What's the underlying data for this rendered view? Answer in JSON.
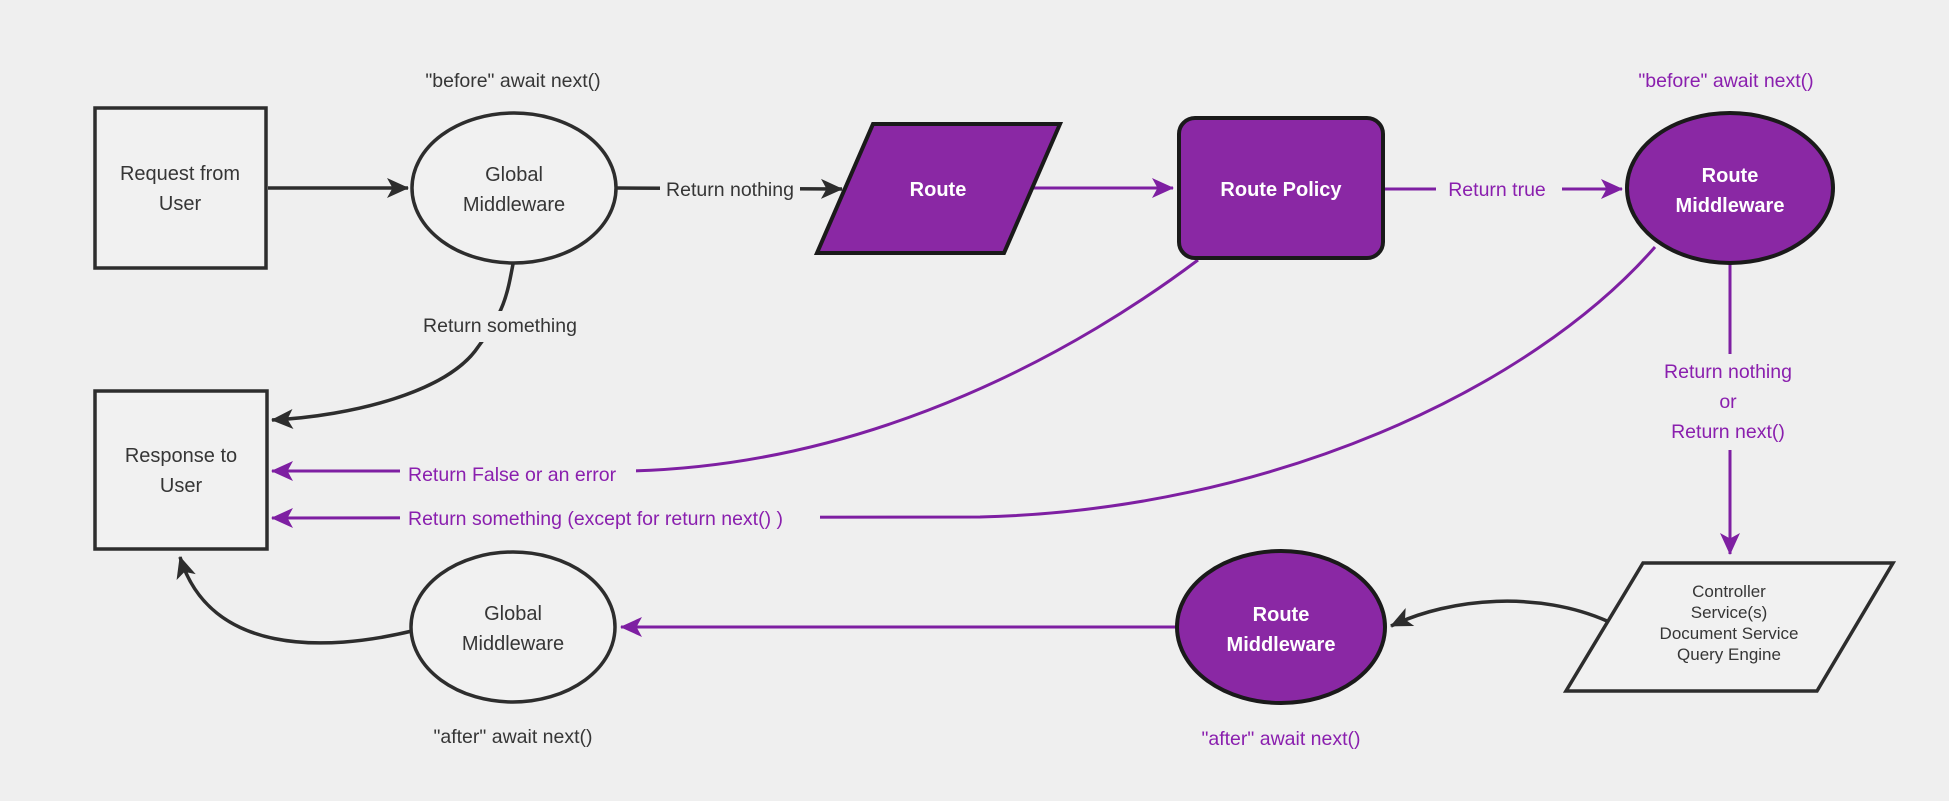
{
  "colors": {
    "bg": "#efefef",
    "light_fill": "#f1f1f1",
    "dark_stroke": "#2d2d2d",
    "dark_text": "#363636",
    "purple_fill": "#8a28a4",
    "purple_stroke": "#7e1fa2",
    "purple_text": "#8a1fae",
    "shape_border": "#1a1a1a",
    "white_text": "#ffffff"
  },
  "nodes": {
    "request_from_user": {
      "lines": [
        "Request from",
        "User"
      ]
    },
    "global_middleware_top": {
      "lines": [
        "Global",
        "Middleware"
      ]
    },
    "route": {
      "label": "Route"
    },
    "route_policy": {
      "label": "Route Policy"
    },
    "route_middleware_top": {
      "lines": [
        "Route",
        "Middleware"
      ]
    },
    "controller_block": {
      "lines": [
        "Controller",
        "Service(s)",
        "Document Service",
        "Query Engine"
      ]
    },
    "route_middleware_bottom": {
      "lines": [
        "Route",
        "Middleware"
      ]
    },
    "global_middleware_bottom": {
      "lines": [
        "Global",
        "Middleware"
      ]
    },
    "response_to_user": {
      "lines": [
        "Response to",
        "User"
      ]
    }
  },
  "edge_labels": {
    "before_await_next_global": "\"before\" await next()",
    "return_nothing": "Return nothing",
    "return_something": "Return something",
    "return_true": "Return true",
    "before_await_next_route": "\"before\" await next()",
    "return_nothing_or": {
      "lines": [
        "Return nothing",
        "or",
        "Return next()"
      ]
    },
    "return_false_or_error": "Return False or an error",
    "return_something_except": "Return something (except for return next() )",
    "after_await_next_route": "\"after\" await next()",
    "after_await_next_global": "\"after\" await next()"
  }
}
